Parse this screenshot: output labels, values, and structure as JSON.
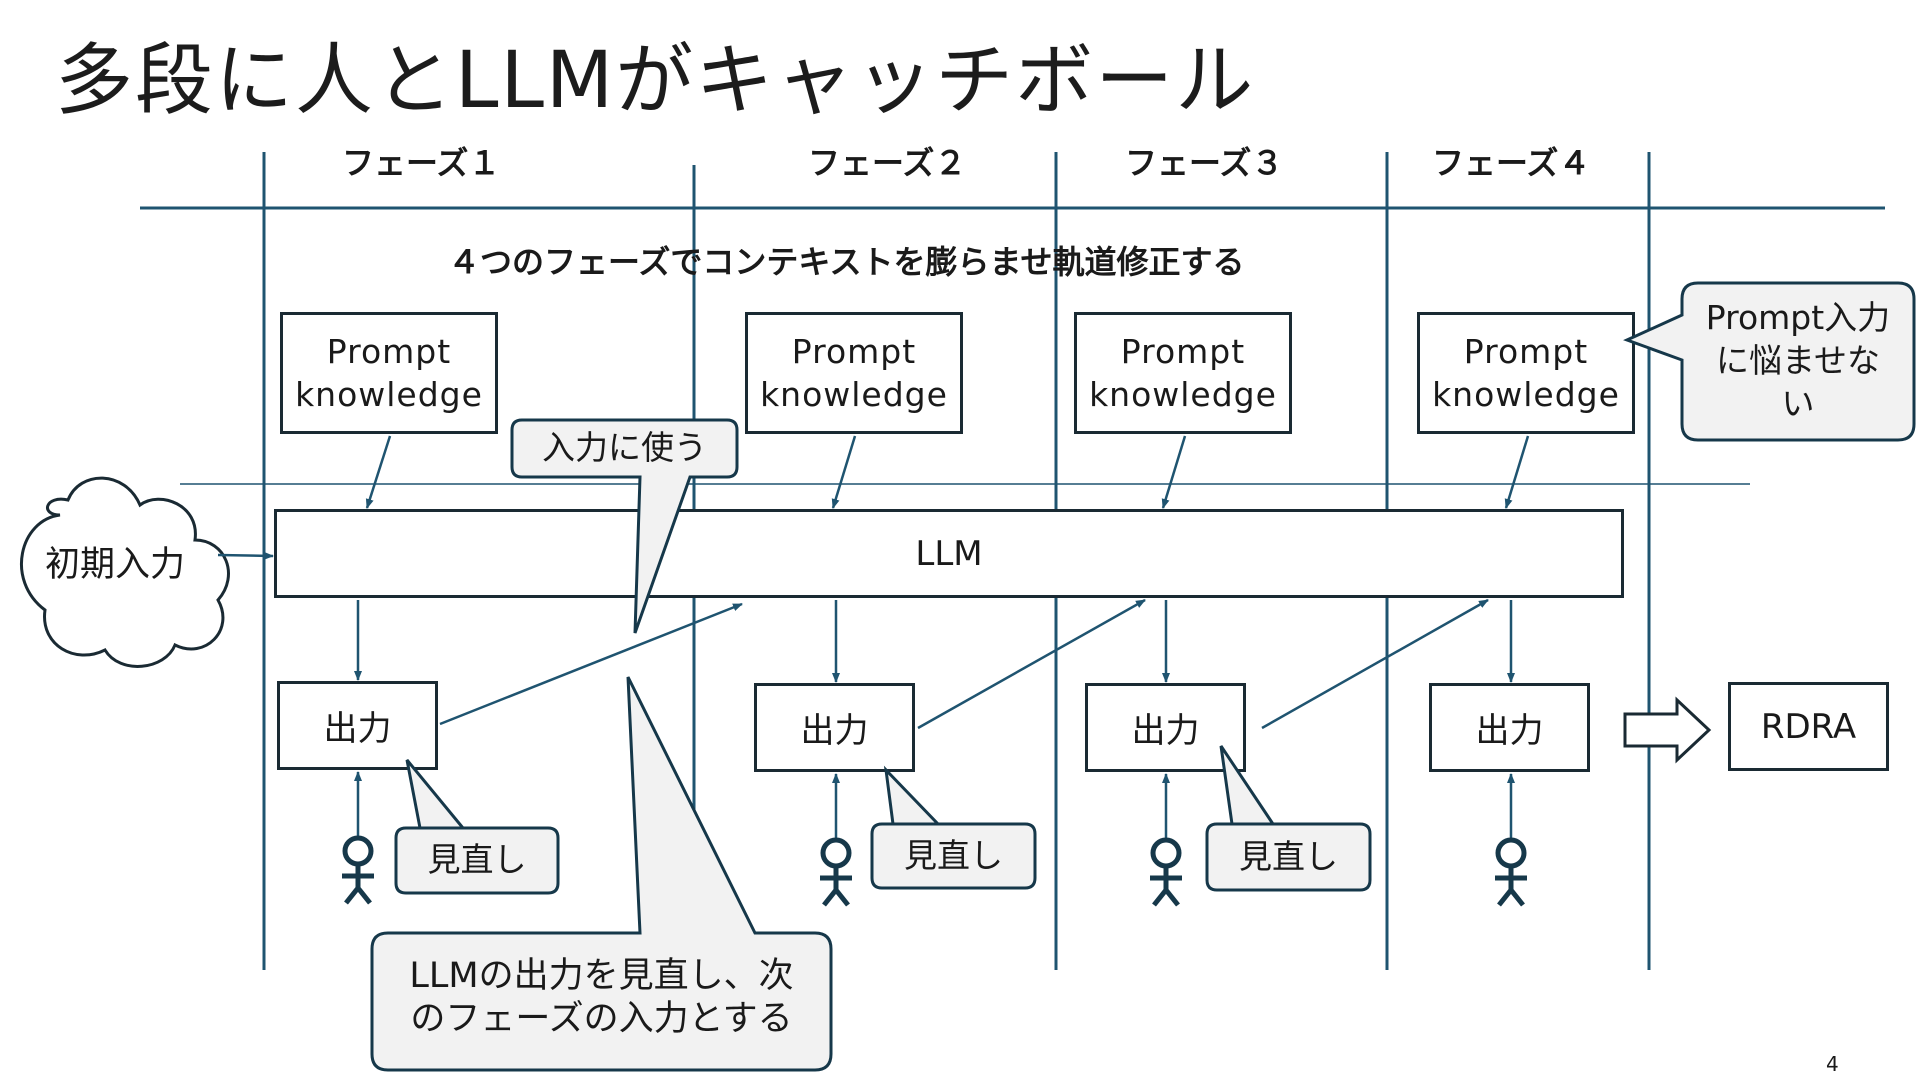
{
  "title": "多段に人とLLMがキャッチボール",
  "phases": [
    "フェーズ１",
    "フェーズ２",
    "フェーズ３",
    "フェーズ４"
  ],
  "subtitle": "４つのフェーズでコンテキストを膨らませ軌道修正する",
  "prompt_box": {
    "line1": "Prompt",
    "line2": "knowledge"
  },
  "initial_input": "初期入力",
  "llm": "LLM",
  "output_label": "出力",
  "review_label": "見直し",
  "rdra": "RDRA",
  "callouts": {
    "use_as_input": "入力に使う",
    "no_prompt_worry": {
      "line1": "Prompt入力",
      "line2": "に悩ませな",
      "line3": "い"
    },
    "review_next": {
      "line1": "LLMの出力を見直し、次",
      "line2": "のフェーズの入力とする"
    }
  },
  "page_number": "4",
  "colors": {
    "line": "#1f5470",
    "box_border": "#1a2a33",
    "callout_fill": "#f2f2f2",
    "person": "#16384a"
  }
}
